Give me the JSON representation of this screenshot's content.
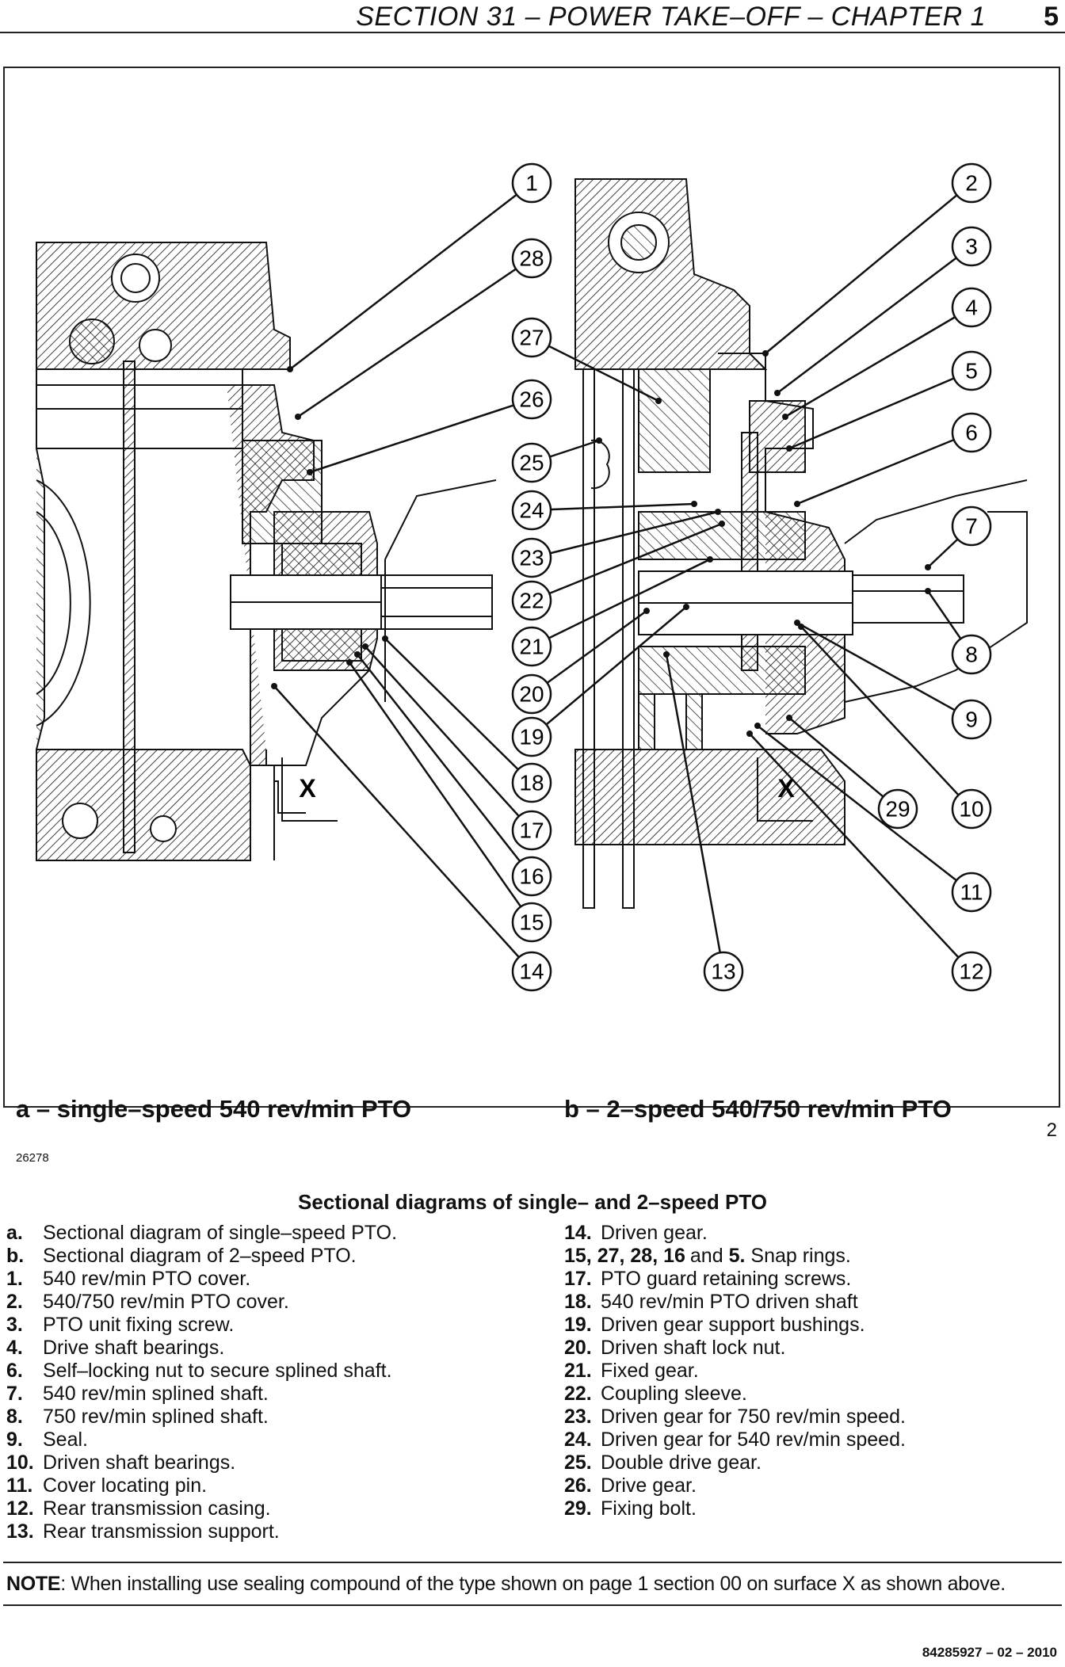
{
  "header": {
    "title": "SECTION 31 – POWER TAKE–OFF – CHAPTER 1",
    "page_number": "5"
  },
  "figure": {
    "caption_a": "a – single–speed 540 rev/min PTO",
    "caption_b": "b – 2–speed 540/750 rev/min PTO",
    "image_code": "26278",
    "figure_number": "2",
    "surface_label_a": "X",
    "surface_label_b": "X",
    "callouts": [
      "1",
      "2",
      "3",
      "4",
      "5",
      "6",
      "7",
      "8",
      "9",
      "10",
      "11",
      "12",
      "13",
      "14",
      "15",
      "16",
      "17",
      "18",
      "19",
      "20",
      "21",
      "22",
      "23",
      "24",
      "25",
      "26",
      "27",
      "28",
      "29"
    ]
  },
  "legend": {
    "title": "Sectional diagrams of single– and 2–speed PTO",
    "left": [
      {
        "num": "a.",
        "text": "Sectional diagram of single–speed PTO."
      },
      {
        "num": "b.",
        "text": "Sectional diagram of 2–speed PTO."
      },
      {
        "num": "1.",
        "text": "540 rev/min PTO cover."
      },
      {
        "num": "2.",
        "text": "540/750 rev/min PTO cover."
      },
      {
        "num": "3.",
        "text": "PTO unit fixing screw."
      },
      {
        "num": "4.",
        "text": "Drive shaft bearings."
      },
      {
        "num": "6.",
        "text": "Self–locking nut to secure splined shaft."
      },
      {
        "num": "7.",
        "text": "540 rev/min splined shaft."
      },
      {
        "num": "8.",
        "text": "750 rev/min splined shaft."
      },
      {
        "num": "9.",
        "text": "Seal."
      },
      {
        "num": "10.",
        "text": "Driven shaft bearings."
      },
      {
        "num": "11.",
        "text": "Cover locating pin."
      },
      {
        "num": "12.",
        "text": "Rear transmission casing."
      },
      {
        "num": "13.",
        "text": "Rear transmission support."
      }
    ],
    "right": [
      {
        "num": "14.",
        "text": "Driven gear."
      },
      {
        "num": "15, 27, 28, 16",
        "text": "and",
        "num2": "5.",
        "text2": "Snap rings."
      },
      {
        "num": "17.",
        "text": "PTO guard retaining screws."
      },
      {
        "num": "18.",
        "text": "540 rev/min PTO driven shaft"
      },
      {
        "num": "19.",
        "text": "Driven gear support bushings."
      },
      {
        "num": "20.",
        "text": "Driven shaft lock nut."
      },
      {
        "num": "21.",
        "text": "Fixed gear."
      },
      {
        "num": "22.",
        "text": "Coupling sleeve."
      },
      {
        "num": "23.",
        "text": "Driven gear for 750 rev/min speed."
      },
      {
        "num": "24.",
        "text": "Driven gear for 540 rev/min speed."
      },
      {
        "num": "25.",
        "text": "Double drive gear."
      },
      {
        "num": "26.",
        "text": "Drive gear."
      },
      {
        "num": "29.",
        "text": "Fixing bolt."
      }
    ]
  },
  "note": {
    "label": "NOTE",
    "text": ": When installing use sealing compound of the type shown on page 1 section 00 on surface X as shown above."
  },
  "footer": {
    "doc_code": "84285927 – 02 – 2010"
  }
}
